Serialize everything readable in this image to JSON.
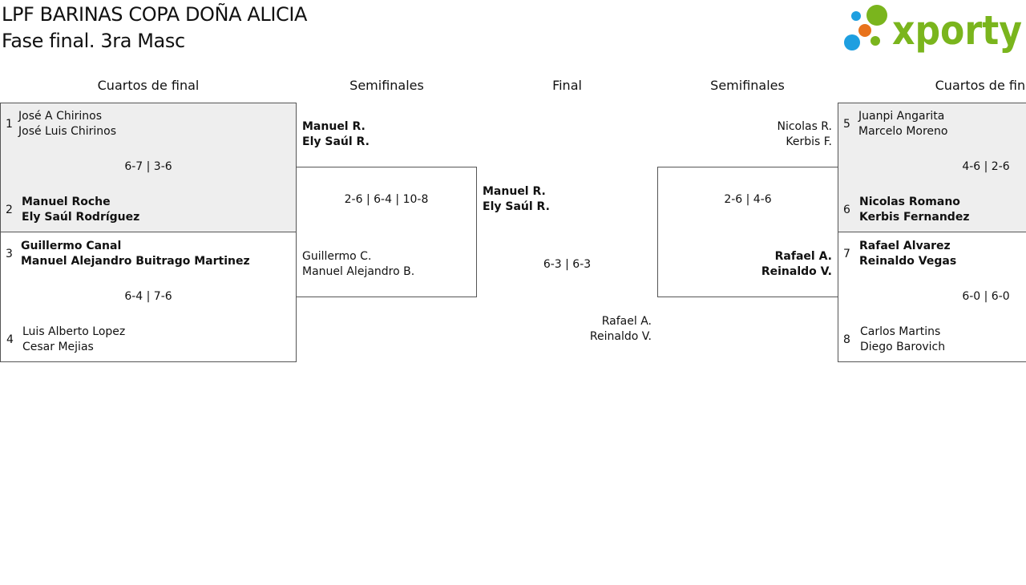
{
  "header": {
    "title_line1": "LPF BARINAS COPA DOÑA ALICIA",
    "title_line2": "Fase final. 3ra Masc",
    "logo_text": "xporty"
  },
  "rounds": {
    "left_quarter": "Cuartos de final",
    "left_semi": "Semifinales",
    "final": "Final",
    "right_semi": "Semifinales",
    "right_quarter": "Cuartos de final"
  },
  "quarterfinals": [
    {
      "score": "6-7 | 3-6",
      "top": {
        "seed": "1",
        "player1": "José A Chirinos",
        "player2": "José Luis Chirinos"
      },
      "bottom": {
        "seed": "2",
        "player1": "Manuel Roche",
        "player2": "Ely Saúl Rodríguez"
      }
    },
    {
      "score": "6-4 | 7-6",
      "top": {
        "seed": "3",
        "player1": "Guillermo Canal",
        "player2": "Manuel Alejandro Buitrago Martinez"
      },
      "bottom": {
        "seed": "4",
        "player1": "Luis Alberto Lopez",
        "player2": "Cesar Mejias"
      }
    },
    {
      "score": "4-6 | 2-6",
      "top": {
        "seed": "5",
        "player1": "Juanpi Angarita",
        "player2": "Marcelo Moreno"
      },
      "bottom": {
        "seed": "6",
        "player1": "Nicolas Romano",
        "player2": "Kerbis Fernandez"
      }
    },
    {
      "score": "6-0 | 6-0",
      "top": {
        "seed": "7",
        "player1": "Rafael Alvarez",
        "player2": "Reinaldo Vegas"
      },
      "bottom": {
        "seed": "8",
        "player1": "Carlos Martins",
        "player2": "Diego Barovich"
      }
    }
  ],
  "semifinals": [
    {
      "score": "2-6 | 6-4 | 10-8",
      "top": {
        "player1": "Manuel R.",
        "player2": "Ely Saúl R."
      },
      "bottom": {
        "player1": "Guillermo C.",
        "player2": "Manuel Alejandro B."
      }
    },
    {
      "score": "2-6 | 4-6",
      "top": {
        "player1": "Nicolas R.",
        "player2": "Kerbis F."
      },
      "bottom": {
        "player1": "Rafael A.",
        "player2": "Reinaldo V."
      }
    }
  ],
  "final": {
    "score": "6-3 | 6-3",
    "top": {
      "player1": "Manuel R.",
      "player2": "Ely Saúl R."
    },
    "bottom": {
      "player1": "Rafael A.",
      "player2": "Reinaldo V."
    }
  },
  "colors": {
    "logo_green": "#7ab51d",
    "logo_blue": "#1e9fe0",
    "logo_orange": "#e8731c",
    "box_grey": "#eeeeee"
  }
}
